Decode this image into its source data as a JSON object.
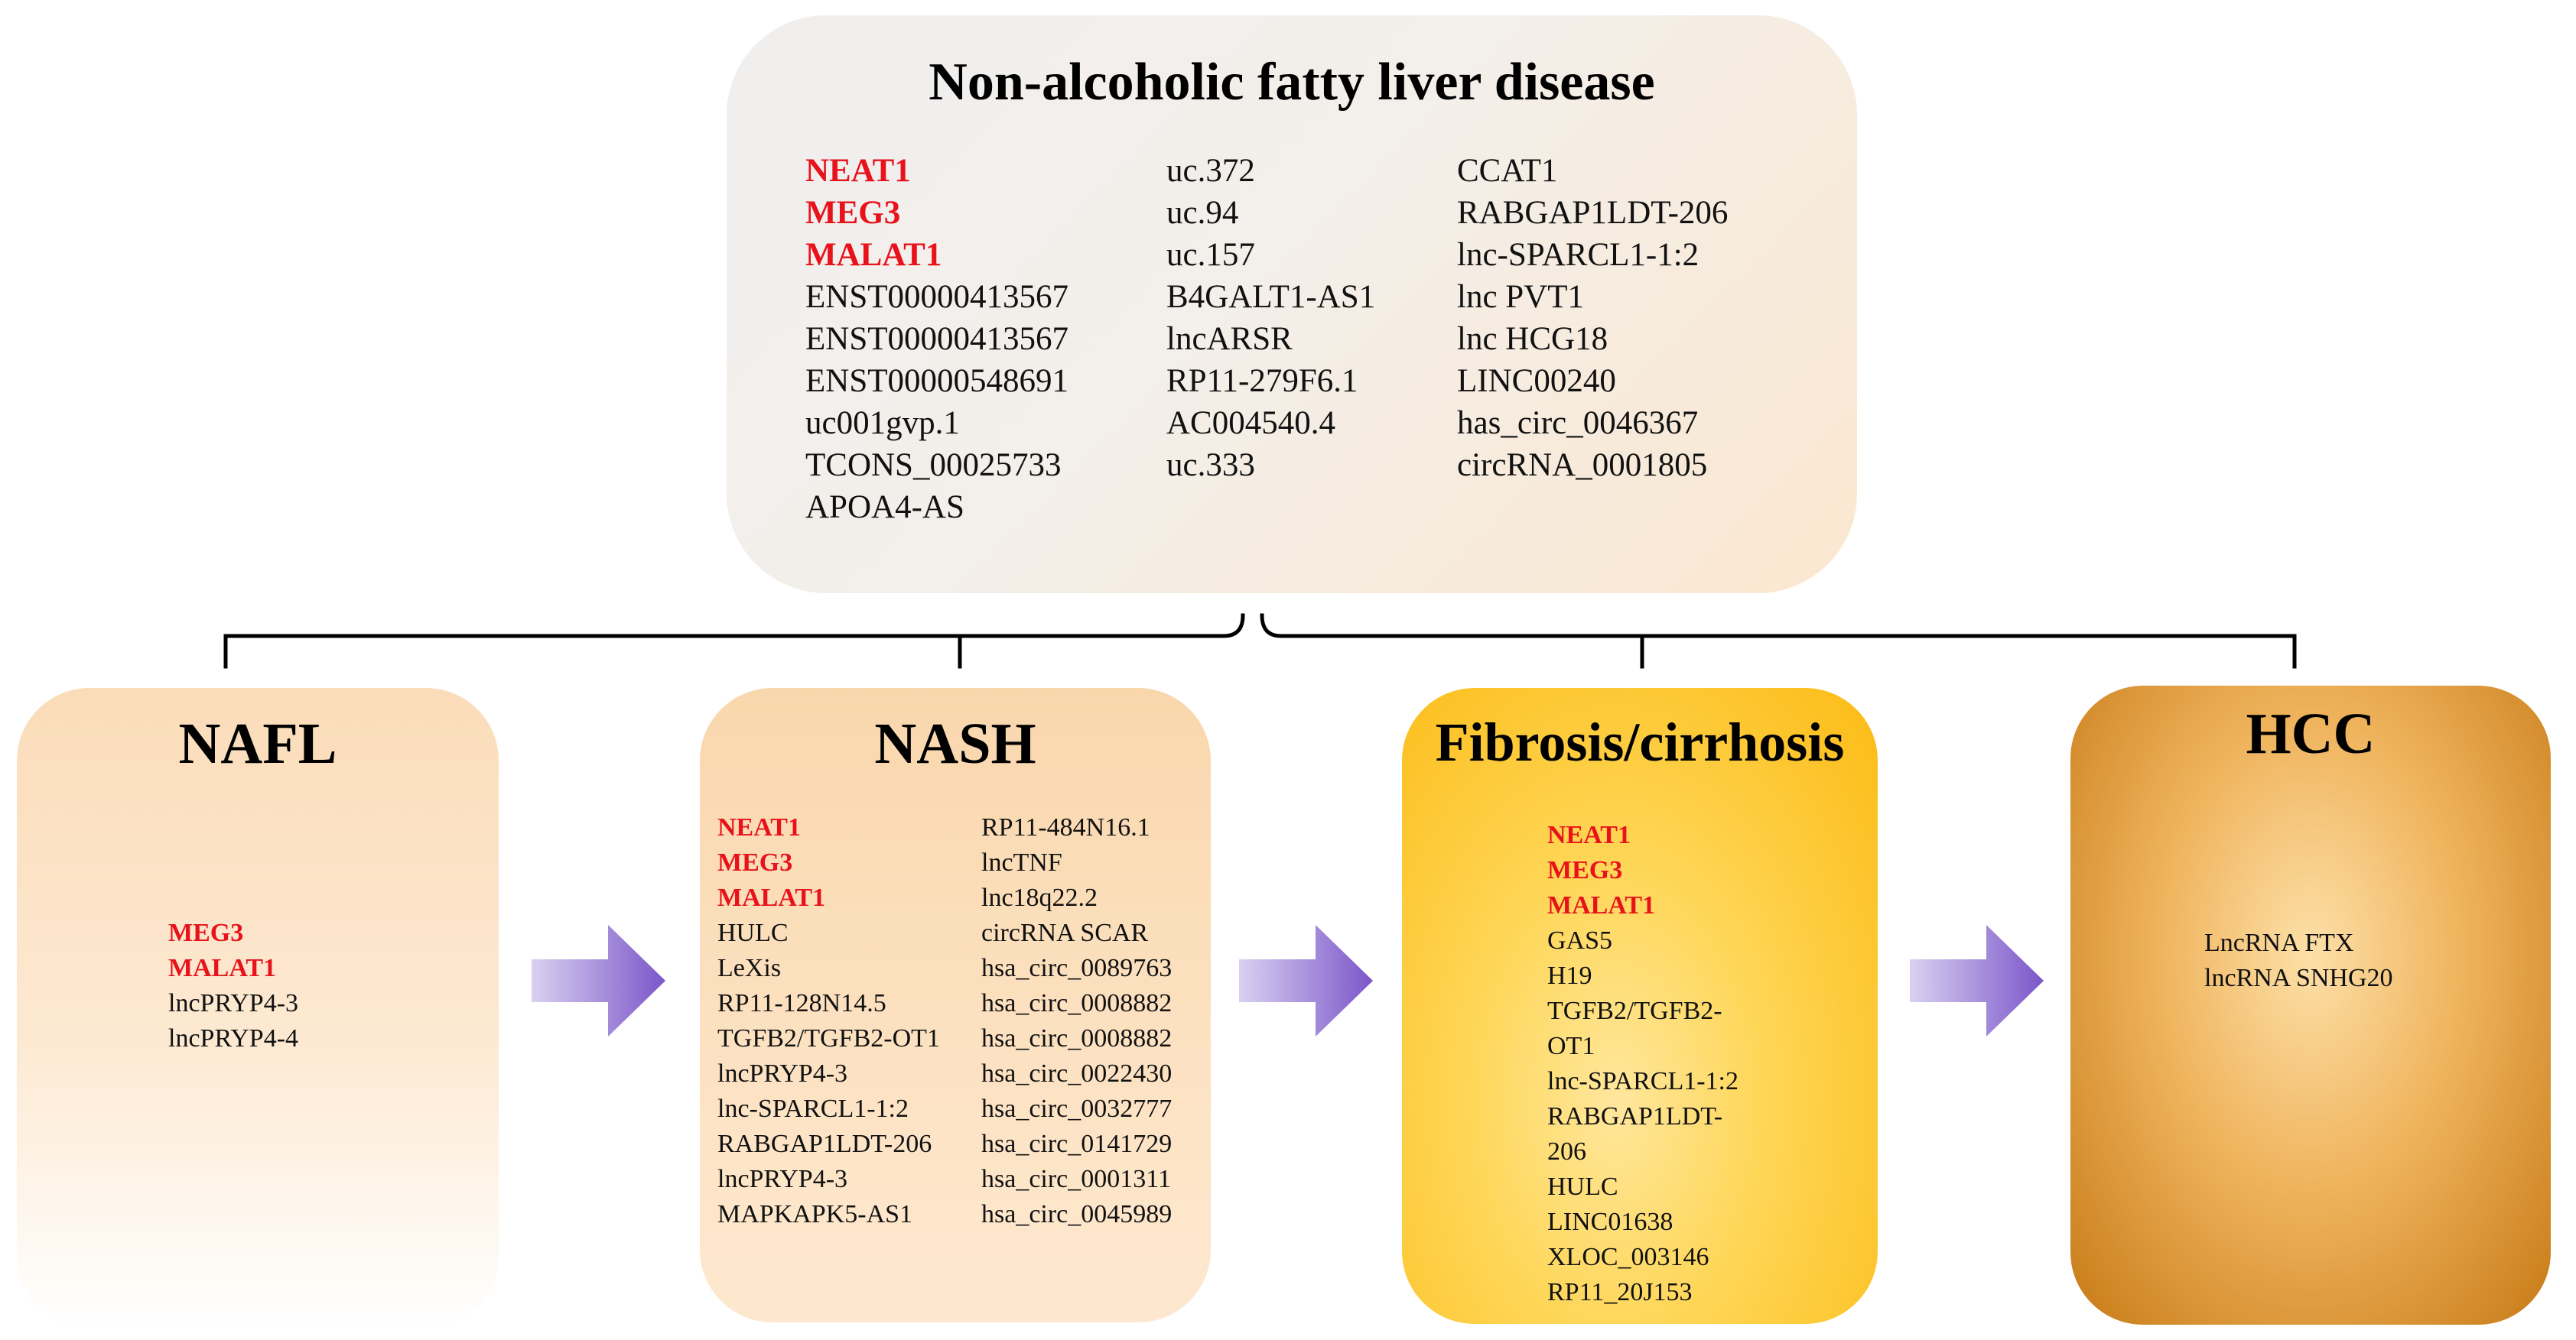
{
  "top": {
    "title": "Non-alcoholic fatty liver disease",
    "col1": [
      {
        "text": "NEAT1",
        "hl": true
      },
      {
        "text": "MEG3",
        "hl": true
      },
      {
        "text": "MALAT1",
        "hl": true
      },
      {
        "text": "ENST00000413567",
        "hl": false
      },
      {
        "text": "ENST00000413567",
        "hl": false
      },
      {
        "text": "ENST00000548691",
        "hl": false
      },
      {
        "text": "uc001gvp.1",
        "hl": false
      },
      {
        "text": "TCONS_00025733",
        "hl": false
      },
      {
        "text": "APOA4-AS",
        "hl": false
      }
    ],
    "col2": [
      "uc.372",
      "uc.94",
      "uc.157",
      "B4GALT1-AS1",
      "lncARSR",
      "RP11-279F6.1",
      "AC004540.4",
      "uc.333"
    ],
    "col3": [
      "CCAT1",
      "RABGAP1LDT-206",
      "lnc-SPARCL1-1:2",
      "lnc PVT1",
      "lnc HCG18",
      "LINC00240",
      "has_circ_0046367",
      "circRNA_0001805"
    ]
  },
  "nafl": {
    "title": "NAFL",
    "items": [
      {
        "text": "MEG3",
        "hl": true
      },
      {
        "text": "MALAT1",
        "hl": true
      },
      {
        "text": "lncPRYP4-3",
        "hl": false
      },
      {
        "text": "lncPRYP4-4",
        "hl": false
      }
    ]
  },
  "nash": {
    "title": "NASH",
    "col1": [
      {
        "text": "NEAT1",
        "hl": true
      },
      {
        "text": "MEG3",
        "hl": true
      },
      {
        "text": "MALAT1",
        "hl": true
      },
      {
        "text": "HULC",
        "hl": false
      },
      {
        "text": "LeXis",
        "hl": false
      },
      {
        "text": "RP11-128N14.5",
        "hl": false
      },
      {
        "text": "TGFB2/TGFB2-OT1",
        "hl": false
      },
      {
        "text": "lncPRYP4-3",
        "hl": false
      },
      {
        "text": "lnc-SPARCL1-1:2",
        "hl": false
      },
      {
        "text": "RABGAP1LDT-206",
        "hl": false
      },
      {
        "text": "lncPRYP4-3",
        "hl": false
      },
      {
        "text": "MAPKAPK5-AS1",
        "hl": false
      }
    ],
    "col2": [
      "RP11-484N16.1",
      "lncTNF",
      "lnc18q22.2",
      "circRNA SCAR",
      "hsa_circ_0089763",
      "hsa_circ_0008882",
      "hsa_circ_0008882",
      "hsa_circ_0022430",
      "hsa_circ_0032777",
      "hsa_circ_0141729",
      "hsa_circ_0001311",
      "hsa_circ_0045989"
    ]
  },
  "fibrosis": {
    "title": "Fibrosis/cirrhosis",
    "items": [
      {
        "text": "NEAT1",
        "hl": true
      },
      {
        "text": "MEG3",
        "hl": true
      },
      {
        "text": "MALAT1",
        "hl": true
      },
      {
        "text": "GAS5",
        "hl": false
      },
      {
        "text": "H19",
        "hl": false
      },
      {
        "text": "TGFB2/TGFB2-",
        "hl": false
      },
      {
        "text": "OT1",
        "hl": false
      },
      {
        "text": "lnc-SPARCL1-1:2",
        "hl": false
      },
      {
        "text": "RABGAP1LDT-",
        "hl": false
      },
      {
        "text": "206",
        "hl": false
      },
      {
        "text": "HULC",
        "hl": false
      },
      {
        "text": "LINC01638",
        "hl": false
      },
      {
        "text": "XLOC_003146",
        "hl": false
      },
      {
        "text": "RP11_20J153",
        "hl": false
      }
    ]
  },
  "hcc": {
    "title": "HCC",
    "items": [
      {
        "text": "LncRNA FTX",
        "hl": false
      },
      {
        "text": "lncRNA SNHG20",
        "hl": false
      }
    ]
  },
  "colors": {
    "highlight": "#e8121b",
    "arrow_dark": "#7b56c9",
    "arrow_light": "#d9d1f1",
    "connector": "#000000"
  }
}
